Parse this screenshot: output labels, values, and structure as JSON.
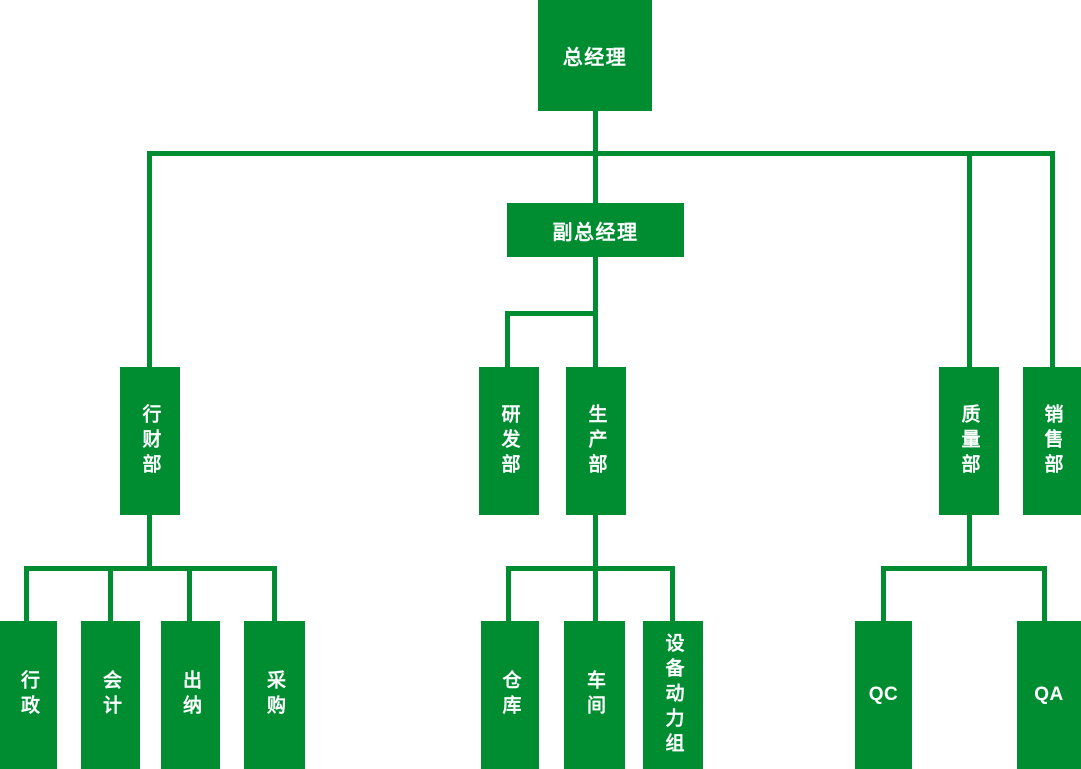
{
  "palette": {
    "node_fill": "#008D32",
    "node_text": "#FFFFFF",
    "connector": "#008D32",
    "background": "#FFFFFF"
  },
  "nodes": {
    "general_manager": "总经理",
    "deputy_general_manager": "副总经理",
    "admin_finance_dept": "行财部",
    "rd_dept": "研发部",
    "production_dept": "生产部",
    "quality_dept": "质量部",
    "sales_dept": "销售部",
    "admin": "行政",
    "accounting": "会计",
    "cashier": "出纳",
    "purchasing": "采购",
    "warehouse": "仓库",
    "workshop": "车间",
    "equipment_power_group": "设备动力组",
    "qc": "QC",
    "qa": "QA"
  },
  "hierarchy": [
    {
      "parent": "总经理",
      "children": [
        "行财部",
        "副总经理",
        "质量部",
        "销售部"
      ]
    },
    {
      "parent": "副总经理",
      "children": [
        "研发部",
        "生产部"
      ]
    },
    {
      "parent": "行财部",
      "children": [
        "行政",
        "会计",
        "出纳",
        "采购"
      ]
    },
    {
      "parent": "生产部",
      "children": [
        "仓库",
        "车间",
        "设备动力组"
      ]
    },
    {
      "parent": "质量部",
      "children": [
        "QC",
        "QA"
      ]
    }
  ]
}
